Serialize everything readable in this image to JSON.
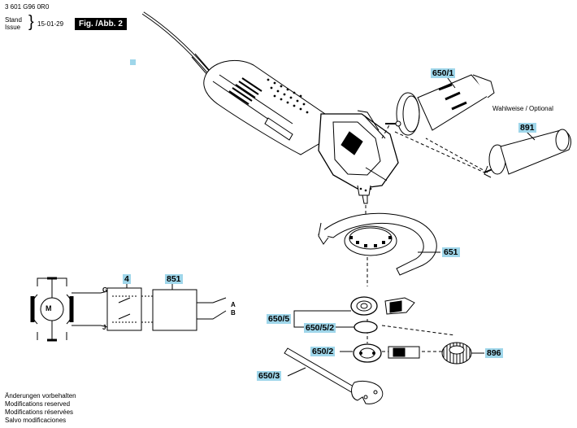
{
  "header": {
    "doc_number": "3 601 G96 0R0",
    "stand_label": "Stand",
    "issue_label": "Issue",
    "date": "15-01-29",
    "figure_label": "Fig. /Abb. 2"
  },
  "optional_note": "Wahlweise / Optional",
  "parts": {
    "p650_1": "650/1",
    "p891": "891",
    "p651": "651",
    "p4": "4",
    "p851": "851",
    "p650_5": "650/5",
    "p650_5_2": "650/5/2",
    "p650_2": "650/2",
    "p896": "896",
    "p650_3": "650/3"
  },
  "schematic": {
    "motor_label": "M",
    "terminal_g": "G",
    "terminal_j": "J",
    "output_a": "A",
    "output_b": "B"
  },
  "footer": {
    "lines": [
      "Änderungen vorbehalten",
      "Modifications reserved",
      "Modifications réservées",
      "Salvo modificaciones"
    ]
  },
  "colors": {
    "callout": "#9fd6ea",
    "ink": "#000000"
  }
}
